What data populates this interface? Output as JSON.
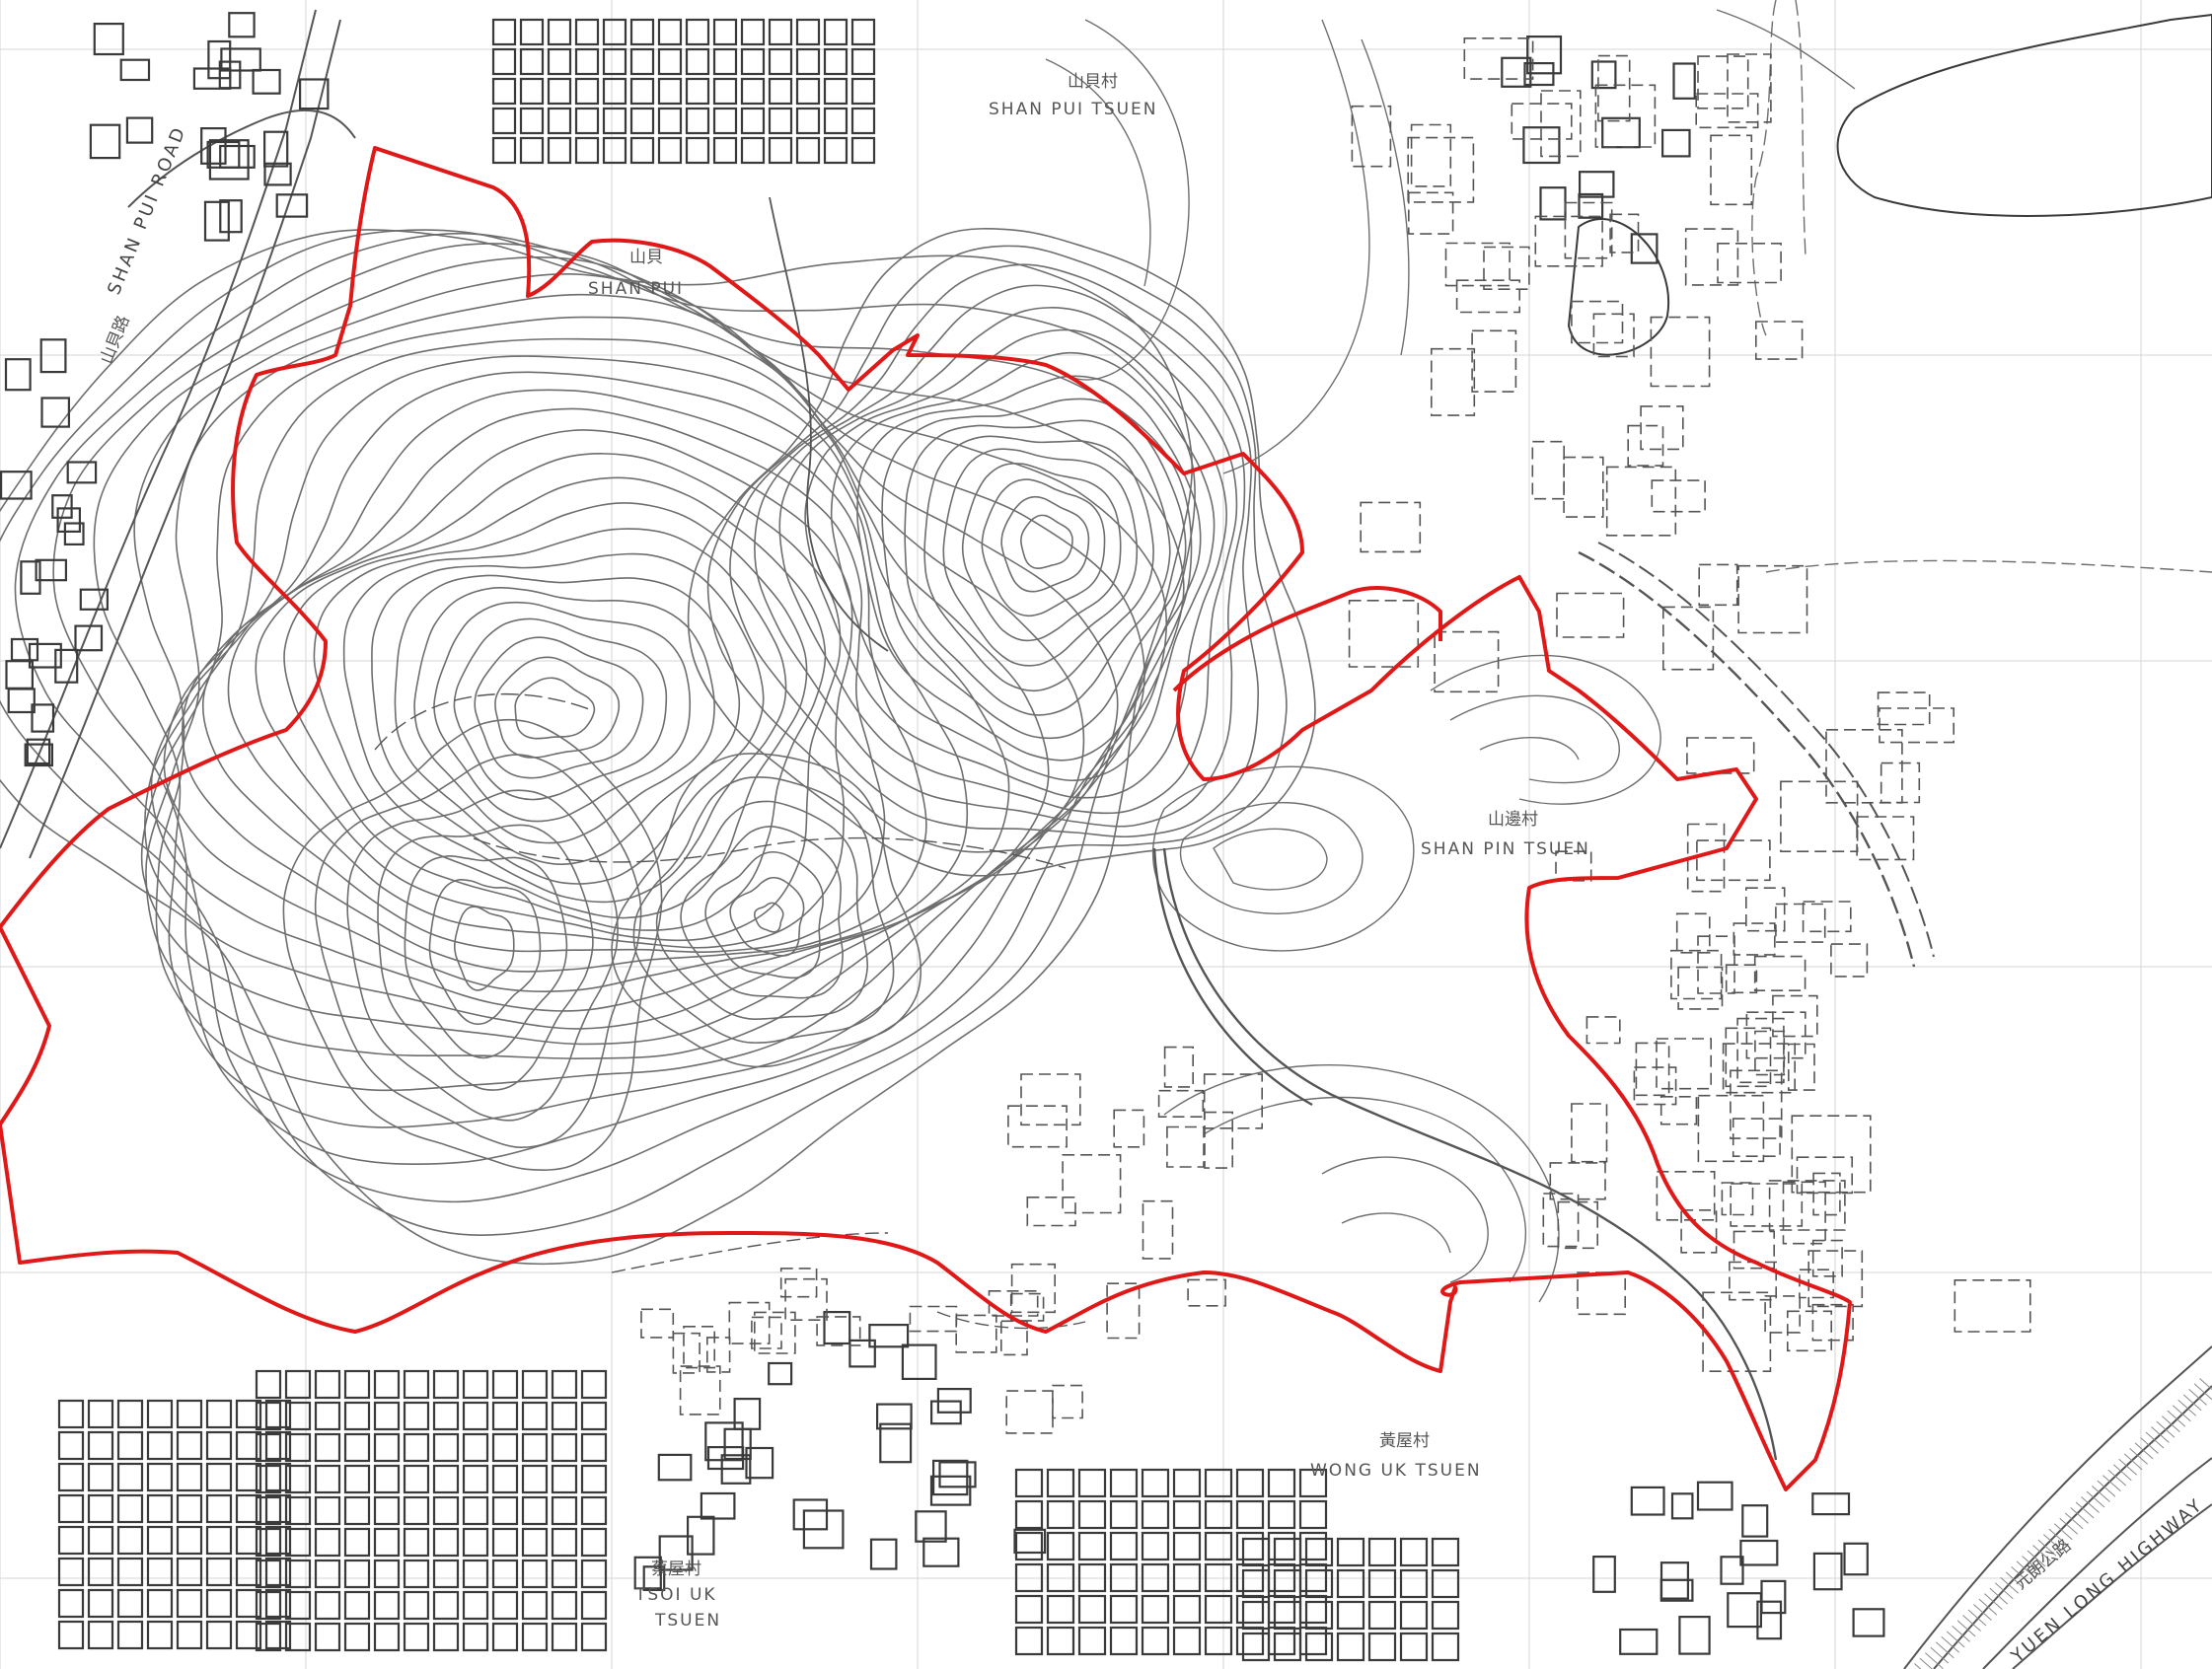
{
  "map": {
    "colors": {
      "background": "#ffffff",
      "contour": "#6e6e6e",
      "building": "#3a3a3a",
      "dashed": "#555555",
      "grid": "#d6d6d6",
      "boundary": "#e01818"
    },
    "place_labels": {
      "shan_pui_tsuen_cn": "山貝村",
      "shan_pui_tsuen_en": "SHAN PUI TSUEN",
      "shan_pui_cn": "山貝",
      "shan_pui_en": "SHAN PUI",
      "shan_pin_tsuen_cn": "山邊村",
      "shan_pin_tsuen_en": "SHAN PIN TSUEN",
      "wong_uk_tsuen_cn": "黃屋村",
      "wong_uk_tsuen_en": "WONG UK TSUEN",
      "tsoi_uk_tsuen_cn": "蔡屋村",
      "tsoi_uk_en": "TSOI UK",
      "tsuen_en": "TSUEN"
    },
    "road_labels": {
      "shan_pui_road_en": "SHAN PUI ROAD",
      "shan_pui_road_cn": "山貝路",
      "yuen_long_highway_en": "YUEN LONG HIGHWAY",
      "yuen_long_highway_cn": "元朗公路"
    },
    "icons": {
      "site_boundary": "red-boundary-outline",
      "contour_lines": "contour-lines",
      "buildings": "building-outline",
      "tracks": "dashed-track"
    }
  }
}
